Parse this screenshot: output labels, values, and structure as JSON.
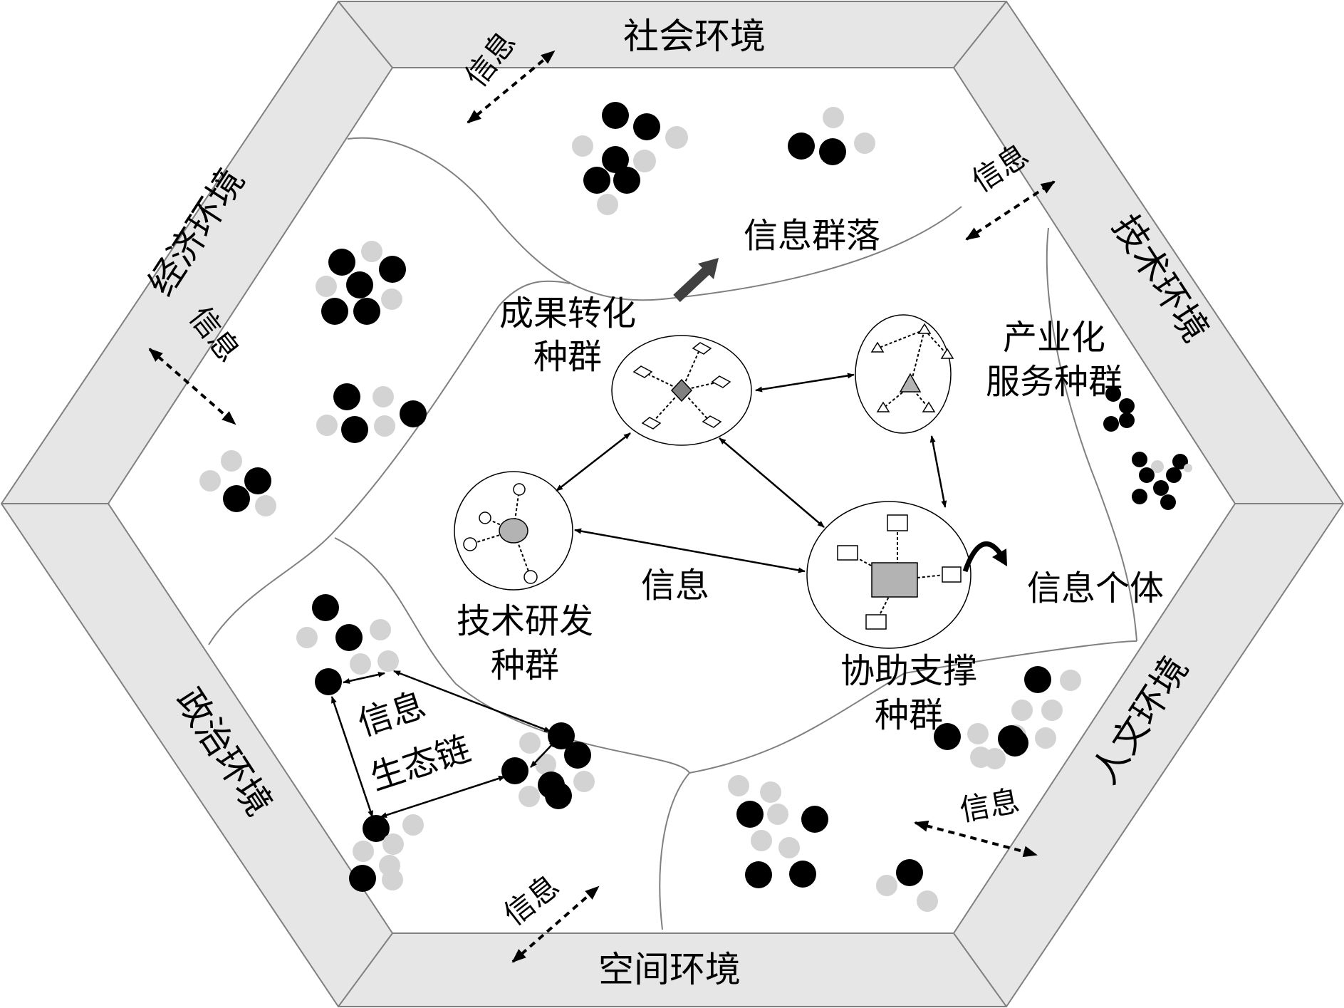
{
  "environments": {
    "social": "社会环境",
    "technology": "技术环境",
    "humanities": "人文环境",
    "space": "空间环境",
    "politics": "政治环境",
    "economy": "经济环境"
  },
  "info_label": "信息",
  "community_label": "信息群落",
  "individual_label": "信息个体",
  "chain_label": [
    "信息",
    "生态链"
  ],
  "populations": {
    "transformation": [
      "成果转化",
      "种群"
    ],
    "industrial": [
      "产业化",
      "服务种群"
    ],
    "rnd": [
      "技术研发",
      "种群"
    ],
    "support": [
      "协助支撑",
      "种群"
    ]
  },
  "colors": {
    "frame_fill": "#e6e6e6",
    "frame_stroke": "#808080",
    "dark_dot": "#000000",
    "light_dot": "#d3d3d3",
    "node_fill": "#b3b3b3",
    "big_arrow": "#404040"
  }
}
